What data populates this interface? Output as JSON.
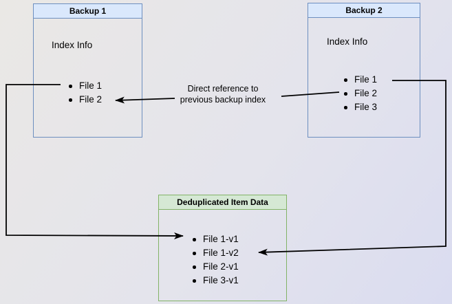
{
  "diagram": {
    "backup1": {
      "title": "Backup 1",
      "subtitle": "Index Info",
      "items": [
        "File 1",
        "File 2"
      ]
    },
    "backup2": {
      "title": "Backup 2",
      "subtitle": "Index Info",
      "items": [
        "File 1",
        "File 2",
        "File 3"
      ]
    },
    "dedup": {
      "title": "Deduplicated Item Data",
      "items": [
        "File 1-v1",
        "File 1-v2",
        "File 2-v1",
        "File 3-v1"
      ]
    },
    "reference_label": {
      "line1": "Direct reference to",
      "line2": "previous backup index"
    },
    "colors": {
      "blue_border": "#6c8ebf",
      "blue_header_fill": "#dae8fc",
      "green_border": "#82b366",
      "green_header_fill": "#d5e8d4",
      "arrow": "#000000",
      "background_start": "#eae8e5",
      "background_end": "#dadcf0"
    }
  }
}
